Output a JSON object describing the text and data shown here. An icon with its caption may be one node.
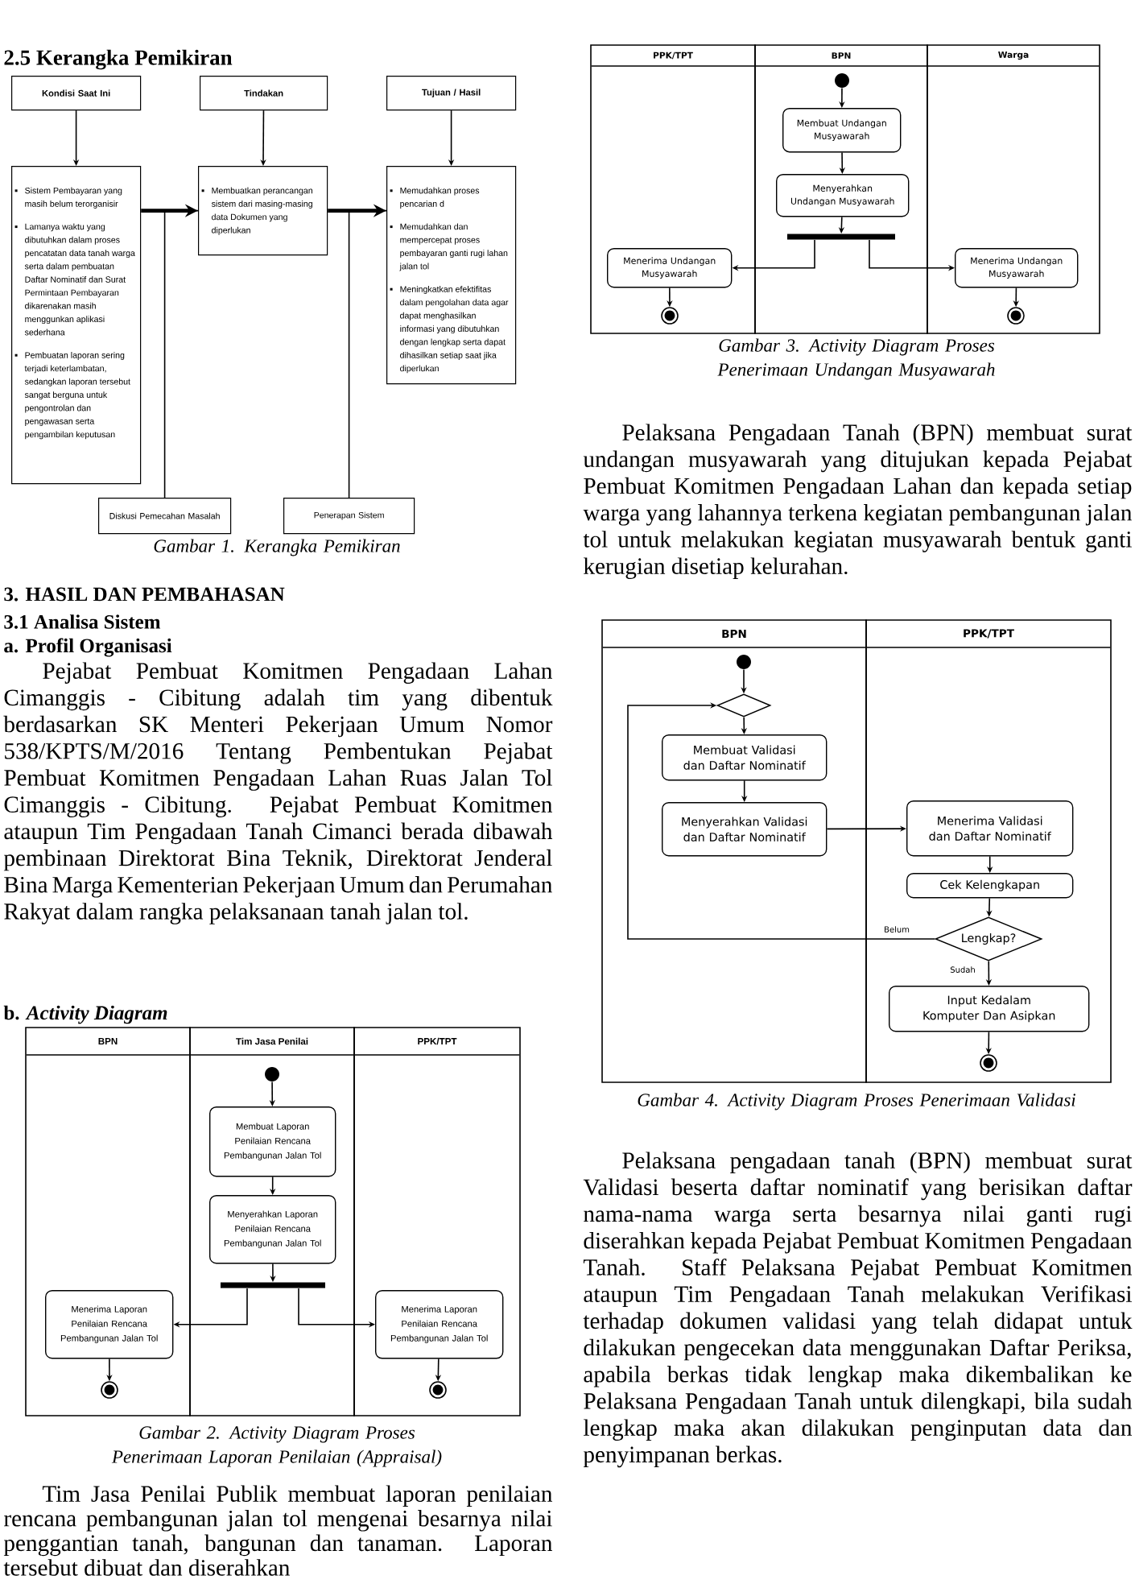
{
  "diagram": {
    "nodes": [
      {
        "text": [
          "Kondisi Saat Ini"
        ]
      },
      {
        "text": [
          "Tindakan"
        ]
      },
      {
        "text": [
          "Tujuan / Hasil"
        ]
      },
      {
        "text": [
          "Sistem Pembayaran yang masih belum terorganisir",
          "Lamanya waktu yang dibutuhkan dalam proses pencatatan data tanah warga serta dalam pembuatan Daftar Nominatif dan Surat Permintaan Pembayaran dikarenakan masih menggunkan aplikasi sederhana",
          "Pembuatan laporan sering terjadi keterlambatan, sedangkan laporan tersebut sangat berguna untuk pengontrolan dan pengawasan serta pengambilan keputusan"
        ]
      },
      {
        "text": [
          "Membuatkan perancangan sistem dari masing-masing data Dokumen yang diperlukan"
        ]
      },
      {
        "text": [
          "Memudahkan proses pencarian d",
          "Memudahkan dan mempercepat proses pembayaran ganti rugi lahan jalan tol",
          "Meningkatkan efektifitas dalam pengolahan data agar dapat menghasilkan informasi yang dibutuhkan dengan lengkap serta dapat dihasilkan setiap saat jika diperlukan"
        ]
      },
      {
        "text": [
          "Diskusi Pemecahan Masalah"
        ]
      },
      {
        "text": [
          "Penerapan Sistem"
        ]
      },
      {
        "text": [
          "BPN"
        ]
      },
      {
        "text": [
          "Tim Jasa Penilai"
        ]
      },
      {
        "text": [
          "PPK/TPT"
        ]
      },
      {
        "text": [],
        "shape": "circle",
        "in": 9
      },
      {
        "text": [
          "Membuat Laporan Penilaian Rencana Pembangunan Jalan Tol"
        ],
        "in": 9
      },
      {
        "text": [
          "Menyerahkan Laporan Penilaian Rencana Pembangunan Jalan Tol"
        ],
        "in": 9
      },
      {
        "text": [],
        "shape": "bar",
        "in": 9
      },
      {
        "text": [
          "Menerima Laporan Penilaian Rencana Pembangunan Jalan Tol"
        ],
        "in": 8
      },
      {
        "text": [],
        "shape": "circle",
        "in": 8
      },
      {
        "text": [
          "Menerima Laporan Penilaian Rencana Pembangunan Jalan Tol"
        ],
        "in": 10
      },
      {
        "text": [],
        "shape": "circle",
        "in": 10
      },
      {
        "text": [
          "PPK/TPT"
        ]
      },
      {
        "text": [
          "BPN"
        ]
      },
      {
        "text": [
          "Warga"
        ]
      },
      {
        "text": [],
        "shape": "circle",
        "in": 20
      },
      {
        "text": [
          "Membuat Undangan Musyawarah"
        ],
        "in": 20
      },
      {
        "text": [
          "Menyerahkan Undangan Musyawarah"
        ],
        "in": 20
      },
      {
        "text": [],
        "shape": "bar",
        "in": 20
      },
      {
        "text": [
          "Menerima Undangan Musyawarah"
        ],
        "in": 19
      },
      {
        "text": [],
        "shape": "circle",
        "in": 19
      },
      {
        "text": [
          "Menerima Undangan Musyawarah"
        ],
        "in": 21
      },
      {
        "text": [],
        "shape": "circle",
        "in": 21
      },
      {
        "text": [
          "BPN"
        ]
      },
      {
        "text": [
          "PPK/TPT"
        ]
      },
      {
        "text": [],
        "shape": "circle",
        "in": 30
      },
      {
        "text": [],
        "shape": "diamond",
        "in": 30
      },
      {
        "text": [
          "Membuat Validasi dan Daftar Nominatif"
        ],
        "in": 30
      },
      {
        "text": [
          "Menyerahkan Validasi dan Daftar Nominatif"
        ],
        "in": 30
      },
      {
        "text": [
          "Menerima Validasi dan Daftar Nominatif"
        ],
        "in": 31
      },
      {
        "text": [
          "Cek Kelengkapan"
        ],
        "in": 31
      },
      {
        "text": [
          "Lengkap?"
        ],
        "in": 31
      },
      {
        "text": [
          "Input Kedalam Komputer Dan Asipkan"
        ],
        "in": 31
      },
      {
        "text": [],
        "shape": "circle",
        "in": 31
      }
    ],
    "edges": [
      {
        "from": 0,
        "to": 3,
        "arrow": "to"
      },
      {
        "from": 1,
        "to": 4,
        "arrow": "to"
      },
      {
        "from": 2,
        "to": 5,
        "arrow": "to"
      },
      {
        "from": 3,
        "to": 4,
        "arrow": "to",
        "style": "thick"
      },
      {
        "from": 4,
        "to": 5,
        "arrow": "to",
        "style": "thick"
      },
      {
        "from": 6,
        "to": 4,
        "arrow": "none"
      },
      {
        "from": 7,
        "to": 5,
        "arrow": "none"
      },
      {
        "from": 11,
        "to": 12,
        "arrow": "to"
      },
      {
        "from": 12,
        "to": 13,
        "arrow": "to"
      },
      {
        "from": 13,
        "to": 14,
        "arrow": "to"
      },
      {
        "from": 14,
        "to": 15,
        "arrow": "to"
      },
      {
        "from": 14,
        "to": 17,
        "arrow": "to"
      },
      {
        "from": 15,
        "to": 16,
        "arrow": "to"
      },
      {
        "from": 17,
        "to": 18,
        "arrow": "to"
      },
      {
        "from": 22,
        "to": 23,
        "arrow": "to"
      },
      {
        "from": 23,
        "to": 24,
        "arrow": "to"
      },
      {
        "from": 24,
        "to": 25,
        "arrow": "to"
      },
      {
        "from": 25,
        "to": 26,
        "arrow": "to"
      },
      {
        "from": 25,
        "to": 28,
        "arrow": "to"
      },
      {
        "from": 26,
        "to": 27,
        "arrow": "to"
      },
      {
        "from": 28,
        "to": 29,
        "arrow": "to"
      },
      {
        "from": 32,
        "to": 33,
        "arrow": "to"
      },
      {
        "from": 33,
        "to": 34,
        "arrow": "to"
      },
      {
        "from": 34,
        "to": 35,
        "arrow": "to"
      },
      {
        "from": 35,
        "to": 36,
        "arrow": "to"
      },
      {
        "from": 36,
        "to": 37,
        "arrow": "to"
      },
      {
        "from": 37,
        "to": 38,
        "arrow": "to"
      },
      {
        "from": 38,
        "to": 33,
        "arrow": "to",
        "label": "Belum"
      },
      {
        "from": 38,
        "to": 39,
        "arrow": "to",
        "label": "Sudah"
      },
      {
        "from": 39,
        "to": 40,
        "arrow": "to"
      }
    ],
    "labels": [
      "2.5 Kerangka Pemikiran",
      "Gambar 1. Kerangka Pemikiran",
      "3. HASIL DAN PEMBAHASAN",
      "3.1 Analisa Sistem",
      "a. Profil Organisasi",
      "Pejabat Pembuat Komitmen Pengadaan Lahan Cimanggis - Cibitung adalah tim yang dibentuk berdasarkan SK Menteri Pekerjaan Umum Nomor 538/KPTS/M/2016 Tentang Pembentukan Pejabat Pembuat Komitmen Pengadaan Lahan Ruas Jalan Tol Cimanggis - Cibitung. Pejabat Pembuat Komitmen ataupun Tim Pengadaan Tanah Cimanci berada dibawah pembinaan Direktorat Bina Teknik, Direktorat Jenderal Bina Marga Kementerian Pekerjaan Umum dan Perumahan Rakyat dalam rangka pelaksanaan tanah jalan tol.",
      "b. *Activity Diagram*",
      "Gambar 2. Activity Diagram Proses Penerimaan Laporan Penilaian (Appraisal)",
      "Tim Jasa Penilai Publik membuat laporan penilaian rencana pembangunan jalan tol mengenai besarnya nilai penggantian tanah, bangunan dan tanaman. Laporan tersebut dibuat dan diserahkan",
      "Gambar 3. Activity Diagram Proses Penerimaan Undangan Musyawarah",
      "Pelaksana Pengadaan Tanah (BPN) membuat surat undangan musyawarah yang ditujukan kepada Pejabat Pembuat Komitmen Pengadaan Lahan dan kepada setiap warga yang lahannya terkena kegiatan pembangunan jalan tol untuk melakukan kegiatan musyawarah bentuk ganti kerugian disetiap kelurahan.",
      "Gambar 4. Activity Diagram Proses Penerimaan Validasi",
      "Pelaksana pengadaan tanah (BPN) membuat surat Validasi beserta daftar nominatif yang berisikan daftar nama-nama warga serta besarnya nilai ganti rugi diserahkan kepada Pejabat Pembuat Komitmen Pengadaan Tanah. Staff Pelaksana Pejabat Pembuat Komitmen ataupun Tim Pengadaan Tanah melakukan Verifikasi terhadap dokumen validasi yang telah didapat untuk dilakukan pengecekan data menggunakan Daftar Periksa, apabila berkas tidak lengkap maka dikembalikan ke Pelaksana Pengadaan Tanah untuk dilengkapi, bila sudah lengkap maka akan dilakukan penginputan data dan penyimpanan berkas."
    ]
  }
}
